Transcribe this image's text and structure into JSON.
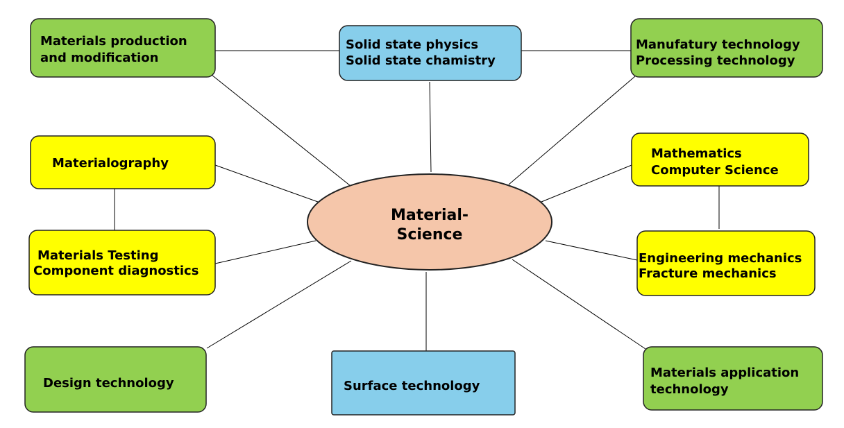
{
  "colors": {
    "green": "#92d050",
    "blue": "#87ceeb",
    "yellow": "#ffff00",
    "center": "#f5c6aa"
  },
  "center": {
    "line1": "Material-",
    "line2": "Science"
  },
  "nodes": {
    "production": {
      "line1": "Materials production",
      "line2": "and modification"
    },
    "solid_state": {
      "line1": "Solid state physics",
      "line2": "Solid state chamistry"
    },
    "manufacturing": {
      "line1": "Manufatury technology",
      "line2": "Processing technology"
    },
    "materialography": {
      "line1": "Materialography"
    },
    "mathematics": {
      "line1": "Mathematics",
      "line2": "Computer Science"
    },
    "testing": {
      "line1": "Materials Testing",
      "line2": "Component diagnostics"
    },
    "mechanics": {
      "line1": "Engineering mechanics",
      "line2": "Fracture mechanics"
    },
    "design": {
      "line1": "Design technology"
    },
    "surface": {
      "line1": "Surface technology"
    },
    "application": {
      "line1": "Materials application",
      "line2": "technology"
    }
  }
}
